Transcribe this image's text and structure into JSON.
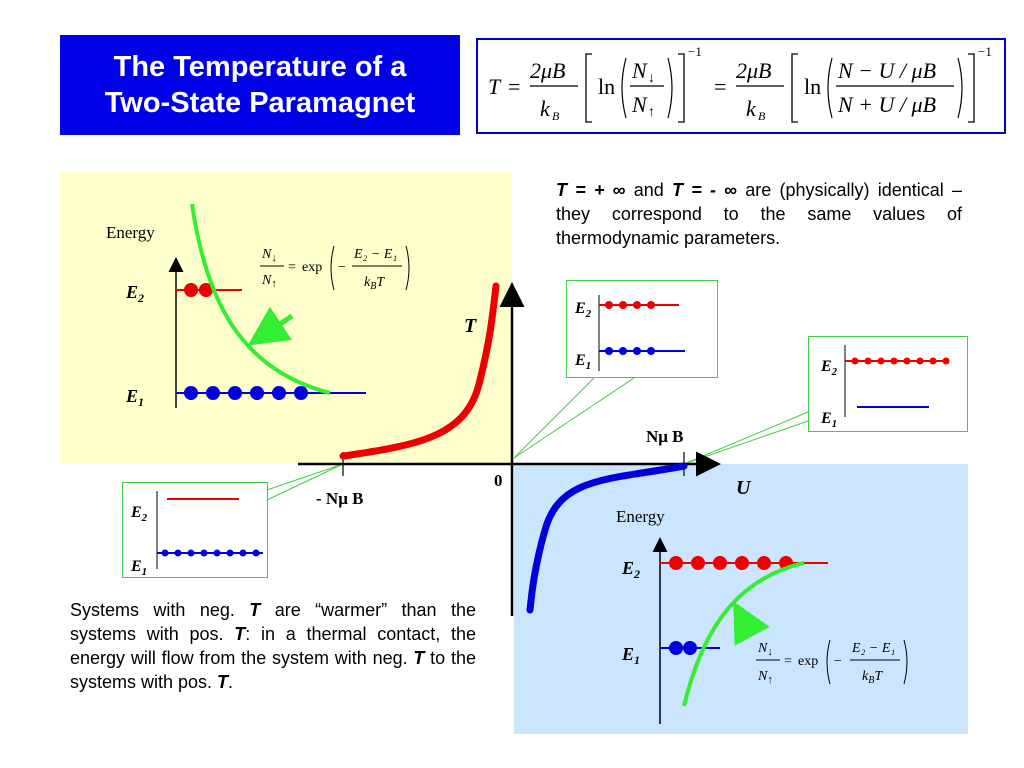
{
  "title": {
    "line1": "The Temperature of a",
    "line2": "Two-State Paramagnet"
  },
  "main_formula": {
    "lhs": "T",
    "eq": "=",
    "coef_num": "2μB",
    "coef_den": "k",
    "coef_den_sub": "B",
    "ln": "ln",
    "ratio1_num": "N",
    "ratio1_num_sub": "↓",
    "ratio1_den": "N",
    "ratio1_den_sub": "↑",
    "exponent": "−1",
    "ratio2_num": "N − U / μB",
    "ratio2_den": "N + U / μB"
  },
  "boltzmann": {
    "num": "N",
    "num_sub": "↓",
    "den": "N",
    "den_sub": "↑",
    "eq": "=",
    "exp": "exp",
    "minus": "−",
    "frac_num": "E₂ − E₁",
    "frac_den_k": "k",
    "frac_den_sub": "B",
    "frac_den_T": "T"
  },
  "labels": {
    "energy": "Energy",
    "e2": "E",
    "e2_sub": "2",
    "e1": "E",
    "e1_sub": "1",
    "axis_t": "T",
    "axis_u": "U",
    "origin": "0",
    "pos_mub": "Nμ B",
    "neg_mub": "- Nμ B"
  },
  "top_note": {
    "t_plus": "T = + ∞",
    "and": " and ",
    "t_minus": "T = - ∞",
    "rest": " are (physically) identical – they correspond to the same values of thermodynamic parameters."
  },
  "bottom_note": {
    "p1": "Systems with neg. ",
    "t1": "T",
    "p2": " are “warmer” than the systems with pos. ",
    "t2": "T",
    "p3": ": in a thermal contact, the energy will flow from the system with neg. ",
    "t3": "T",
    "p4": "  to the systems with pos. ",
    "t4": "T",
    "p5": "."
  },
  "colors": {
    "title_bg": "#0000e6",
    "red": "#ee0000",
    "blue": "#0000dd",
    "green": "#33ee33",
    "yellow_panel": "#ffffcc",
    "blue_panel": "#cce5ff"
  }
}
